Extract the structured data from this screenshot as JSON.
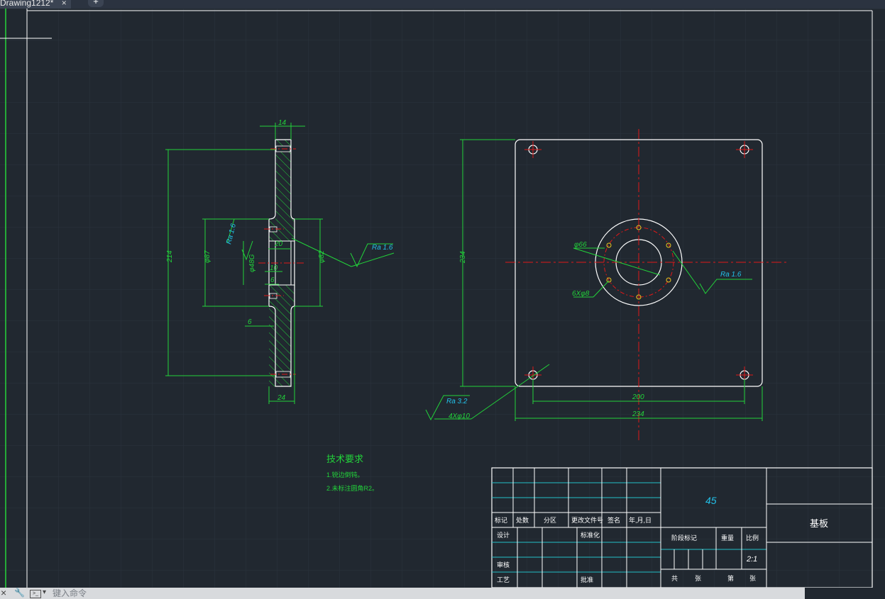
{
  "tab": {
    "title": "Drawing1212*",
    "close": "×",
    "new": "+"
  },
  "command_line": {
    "placeholder": "键入命令"
  },
  "left_view": {
    "dims": {
      "top": "14",
      "height": "214",
      "d87": "φ87",
      "d48": "φ48G",
      "d82": "φ82",
      "w20": "20",
      "w10": "10",
      "w6": "6",
      "left6": "6",
      "bottom": "24"
    },
    "rough_a": "Ra 1.6",
    "rough_b": "Ra 1.6"
  },
  "right_view": {
    "dims": {
      "height": "234",
      "w200": "200",
      "w234": "234",
      "d66": "φ66",
      "holes6": "6Xφ8",
      "holes4": "4Xφ10"
    },
    "rough_c": "Ra 1.6",
    "rough_d": "Ra 3.2"
  },
  "tech": {
    "title": "技术要求",
    "line1": "1.锐边倒钝。",
    "line2": "2.未标注圆角R2。"
  },
  "title_block": {
    "material": "45",
    "part_name": "基板",
    "scale": "2:1",
    "headers": [
      "标记",
      "处数",
      "分区",
      "更改文件号",
      "签名",
      "年,月,日"
    ],
    "design": "设计",
    "standard": "标准化",
    "review": "审核",
    "process": "工艺",
    "approve": "批准",
    "stage": "阶段标记",
    "weight": "重量",
    "ratio": "比例",
    "total": "共",
    "sheets": "张",
    "sheet_no": "第",
    "sheet_word": "张"
  },
  "colors": {
    "background": "#212830",
    "dimension": "#22d23a",
    "centerline": "#e01818",
    "geometry": "#ffffff",
    "frame_table": "#22c0c8",
    "hole_center": "#e8c820"
  }
}
